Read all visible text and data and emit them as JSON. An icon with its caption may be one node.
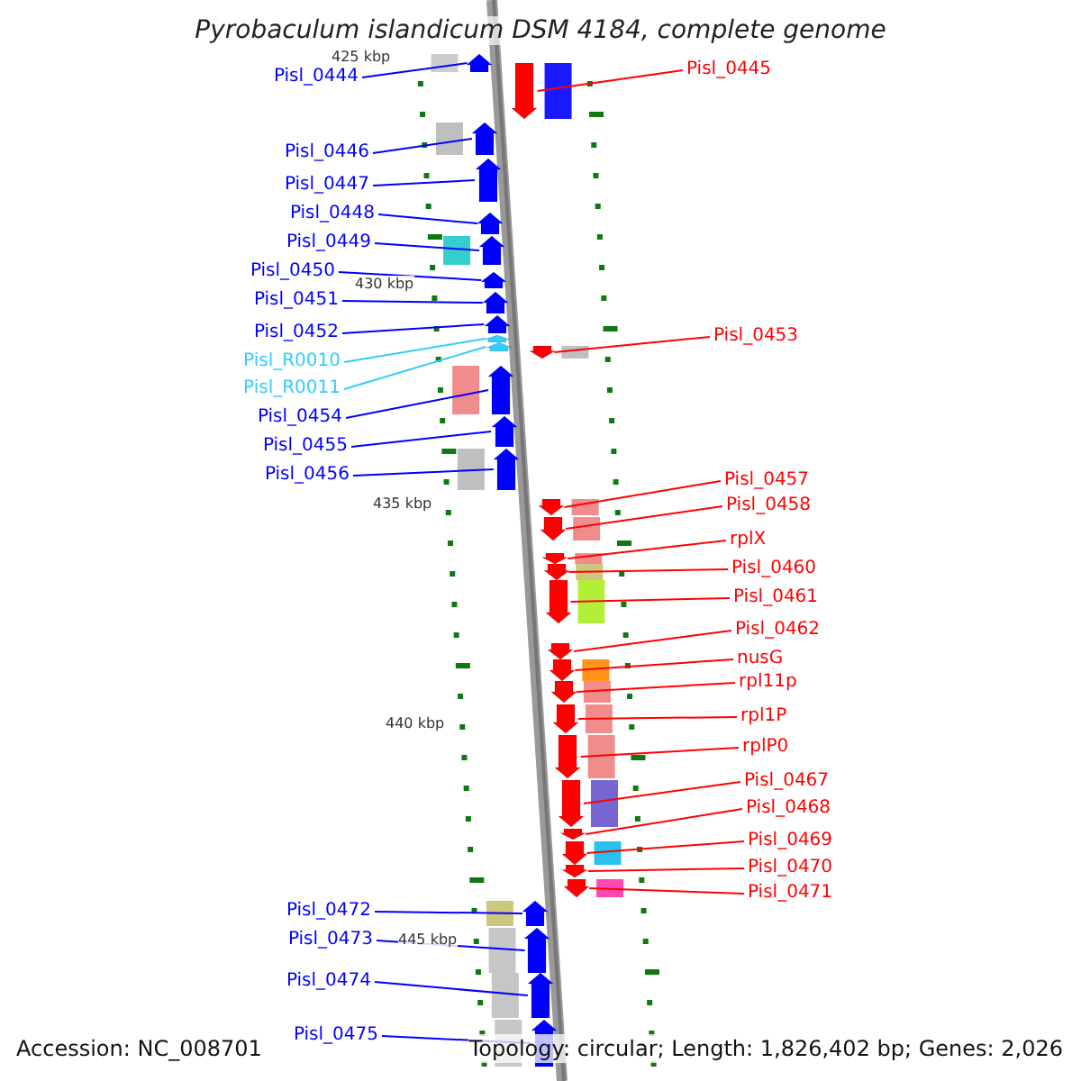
{
  "diagram": {
    "title": "Pyrobaculum islandicum DSM 4184, complete genome",
    "nodes": [
      {
        "text": [
          "Pisl_0444"
        ]
      },
      {
        "text": [
          "Pisl_0445"
        ]
      },
      {
        "text": [
          "Pisl_0446"
        ]
      },
      {
        "text": [
          "Pisl_0447"
        ]
      },
      {
        "text": [
          "Pisl_0448"
        ]
      },
      {
        "text": [
          "Pisl_0449"
        ]
      },
      {
        "text": [
          "Pisl_0450"
        ]
      },
      {
        "text": [
          "Pisl_0451"
        ]
      },
      {
        "text": [
          "Pisl_0452"
        ]
      },
      {
        "text": [
          "Pisl_0453"
        ]
      },
      {
        "text": [
          "Pisl_R0010"
        ]
      },
      {
        "text": [
          "Pisl_R0011"
        ]
      },
      {
        "text": [
          "Pisl_0454"
        ]
      },
      {
        "text": [
          "Pisl_0455"
        ]
      },
      {
        "text": [
          "Pisl_0456"
        ]
      },
      {
        "text": [
          "Pisl_0457"
        ]
      },
      {
        "text": [
          "Pisl_0458"
        ]
      },
      {
        "text": [
          "rplX"
        ]
      },
      {
        "text": [
          "Pisl_0460"
        ]
      },
      {
        "text": [
          "Pisl_0461"
        ]
      },
      {
        "text": [
          "Pisl_0462"
        ]
      },
      {
        "text": [
          "nusG"
        ]
      },
      {
        "text": [
          "rpl11p"
        ]
      },
      {
        "text": [
          "rpl1P"
        ]
      },
      {
        "text": [
          "rplP0"
        ]
      },
      {
        "text": [
          "Pisl_0467"
        ]
      },
      {
        "text": [
          "Pisl_0468"
        ]
      },
      {
        "text": [
          "Pisl_0469"
        ]
      },
      {
        "text": [
          "Pisl_0470"
        ]
      },
      {
        "text": [
          "Pisl_0471"
        ]
      },
      {
        "text": [
          "Pisl_0472"
        ]
      },
      {
        "text": [
          "Pisl_0473"
        ]
      },
      {
        "text": [
          "Pisl_0474"
        ]
      },
      {
        "text": [
          "Pisl_0475"
        ]
      },
      {
        "text": [],
        "shape": "arrow"
      },
      {
        "text": [],
        "shape": "arrow"
      },
      {
        "text": [],
        "shape": "arrow"
      },
      {
        "text": [],
        "shape": "arrow"
      },
      {
        "text": [],
        "shape": "arrow"
      },
      {
        "text": [],
        "shape": "arrow"
      },
      {
        "text": [],
        "shape": "arrow"
      },
      {
        "text": [],
        "shape": "arrow"
      },
      {
        "text": [],
        "shape": "arrow"
      },
      {
        "text": [],
        "shape": "arrow"
      },
      {
        "text": [],
        "shape": "arrow"
      },
      {
        "text": [],
        "shape": "arrow"
      },
      {
        "text": [],
        "shape": "arrow"
      },
      {
        "text": [],
        "shape": "arrow"
      },
      {
        "text": [],
        "shape": "arrow"
      },
      {
        "text": [],
        "shape": "arrow"
      },
      {
        "text": [],
        "shape": "arrow"
      },
      {
        "text": [],
        "shape": "arrow"
      },
      {
        "text": [],
        "shape": "arrow"
      },
      {
        "text": [],
        "shape": "arrow"
      },
      {
        "text": [],
        "shape": "arrow"
      },
      {
        "text": [],
        "shape": "arrow"
      },
      {
        "text": [],
        "shape": "arrow"
      },
      {
        "text": [],
        "shape": "arrow"
      },
      {
        "text": [],
        "shape": "arrow"
      },
      {
        "text": [],
        "shape": "arrow"
      },
      {
        "text": [],
        "shape": "arrow"
      },
      {
        "text": [],
        "shape": "arrow"
      },
      {
        "text": [],
        "shape": "arrow"
      },
      {
        "text": [],
        "shape": "arrow"
      },
      {
        "text": [],
        "shape": "arrow"
      },
      {
        "text": [],
        "shape": "arrow"
      },
      {
        "text": [],
        "shape": "arrow"
      },
      {
        "text": [],
        "shape": "arrow"
      }
    ],
    "edges": [
      {
        "from": 0,
        "to": 34,
        "arrow": "none",
        "color": "#0000ff"
      },
      {
        "from": 1,
        "to": 35,
        "arrow": "none"
      },
      {
        "from": 2,
        "to": 36,
        "arrow": "none",
        "color": "#0000ff"
      },
      {
        "from": 3,
        "to": 37,
        "arrow": "none",
        "color": "#0000ff"
      },
      {
        "from": 4,
        "to": 38,
        "arrow": "none",
        "color": "#0000ff"
      },
      {
        "from": 5,
        "to": 39,
        "arrow": "none",
        "color": "#0000ff"
      },
      {
        "from": 6,
        "to": 40,
        "arrow": "none",
        "color": "#0000ff"
      },
      {
        "from": 7,
        "to": 41,
        "arrow": "none",
        "color": "#0000ff"
      },
      {
        "from": 8,
        "to": 42,
        "arrow": "none",
        "color": "#0000ff"
      },
      {
        "from": 9,
        "to": 43,
        "arrow": "none"
      },
      {
        "from": 10,
        "to": 44,
        "arrow": "none",
        "color": "#33ccff"
      },
      {
        "from": 11,
        "to": 45,
        "arrow": "none",
        "color": "#33ccff"
      },
      {
        "from": 12,
        "to": 46,
        "arrow": "none",
        "color": "#0000ff"
      },
      {
        "from": 13,
        "to": 47,
        "arrow": "none",
        "color": "#0000ff"
      },
      {
        "from": 14,
        "to": 48,
        "arrow": "none",
        "color": "#0000ff"
      },
      {
        "from": 15,
        "to": 49,
        "arrow": "none"
      },
      {
        "from": 16,
        "to": 50,
        "arrow": "none"
      },
      {
        "from": 17,
        "to": 51,
        "arrow": "none"
      },
      {
        "from": 18,
        "to": 52,
        "arrow": "none"
      },
      {
        "from": 19,
        "to": 53,
        "arrow": "none"
      },
      {
        "from": 20,
        "to": 54,
        "arrow": "none"
      },
      {
        "from": 21,
        "to": 55,
        "arrow": "none"
      },
      {
        "from": 22,
        "to": 56,
        "arrow": "none"
      },
      {
        "from": 23,
        "to": 57,
        "arrow": "none"
      },
      {
        "from": 24,
        "to": 58,
        "arrow": "none"
      },
      {
        "from": 25,
        "to": 59,
        "arrow": "none"
      },
      {
        "from": 26,
        "to": 60,
        "arrow": "none"
      },
      {
        "from": 27,
        "to": 61,
        "arrow": "none"
      },
      {
        "from": 28,
        "to": 62,
        "arrow": "none"
      },
      {
        "from": 29,
        "to": 63,
        "arrow": "none"
      },
      {
        "from": 30,
        "to": 64,
        "arrow": "none",
        "color": "#0000ff"
      },
      {
        "from": 31,
        "to": 65,
        "arrow": "none",
        "color": "#0000ff"
      },
      {
        "from": 32,
        "to": 66,
        "arrow": "none",
        "color": "#0000ff"
      },
      {
        "from": 33,
        "to": 67,
        "arrow": "none",
        "color": "#0000ff"
      }
    ],
    "labels": [
      "425 kbp",
      "430 kbp",
      "435 kbp",
      "440 kbp",
      "445 kbp",
      "Accession: NC_008701",
      "Topology: circular; Length: 1,826,402 bp; Genes: 2,026"
    ]
  }
}
